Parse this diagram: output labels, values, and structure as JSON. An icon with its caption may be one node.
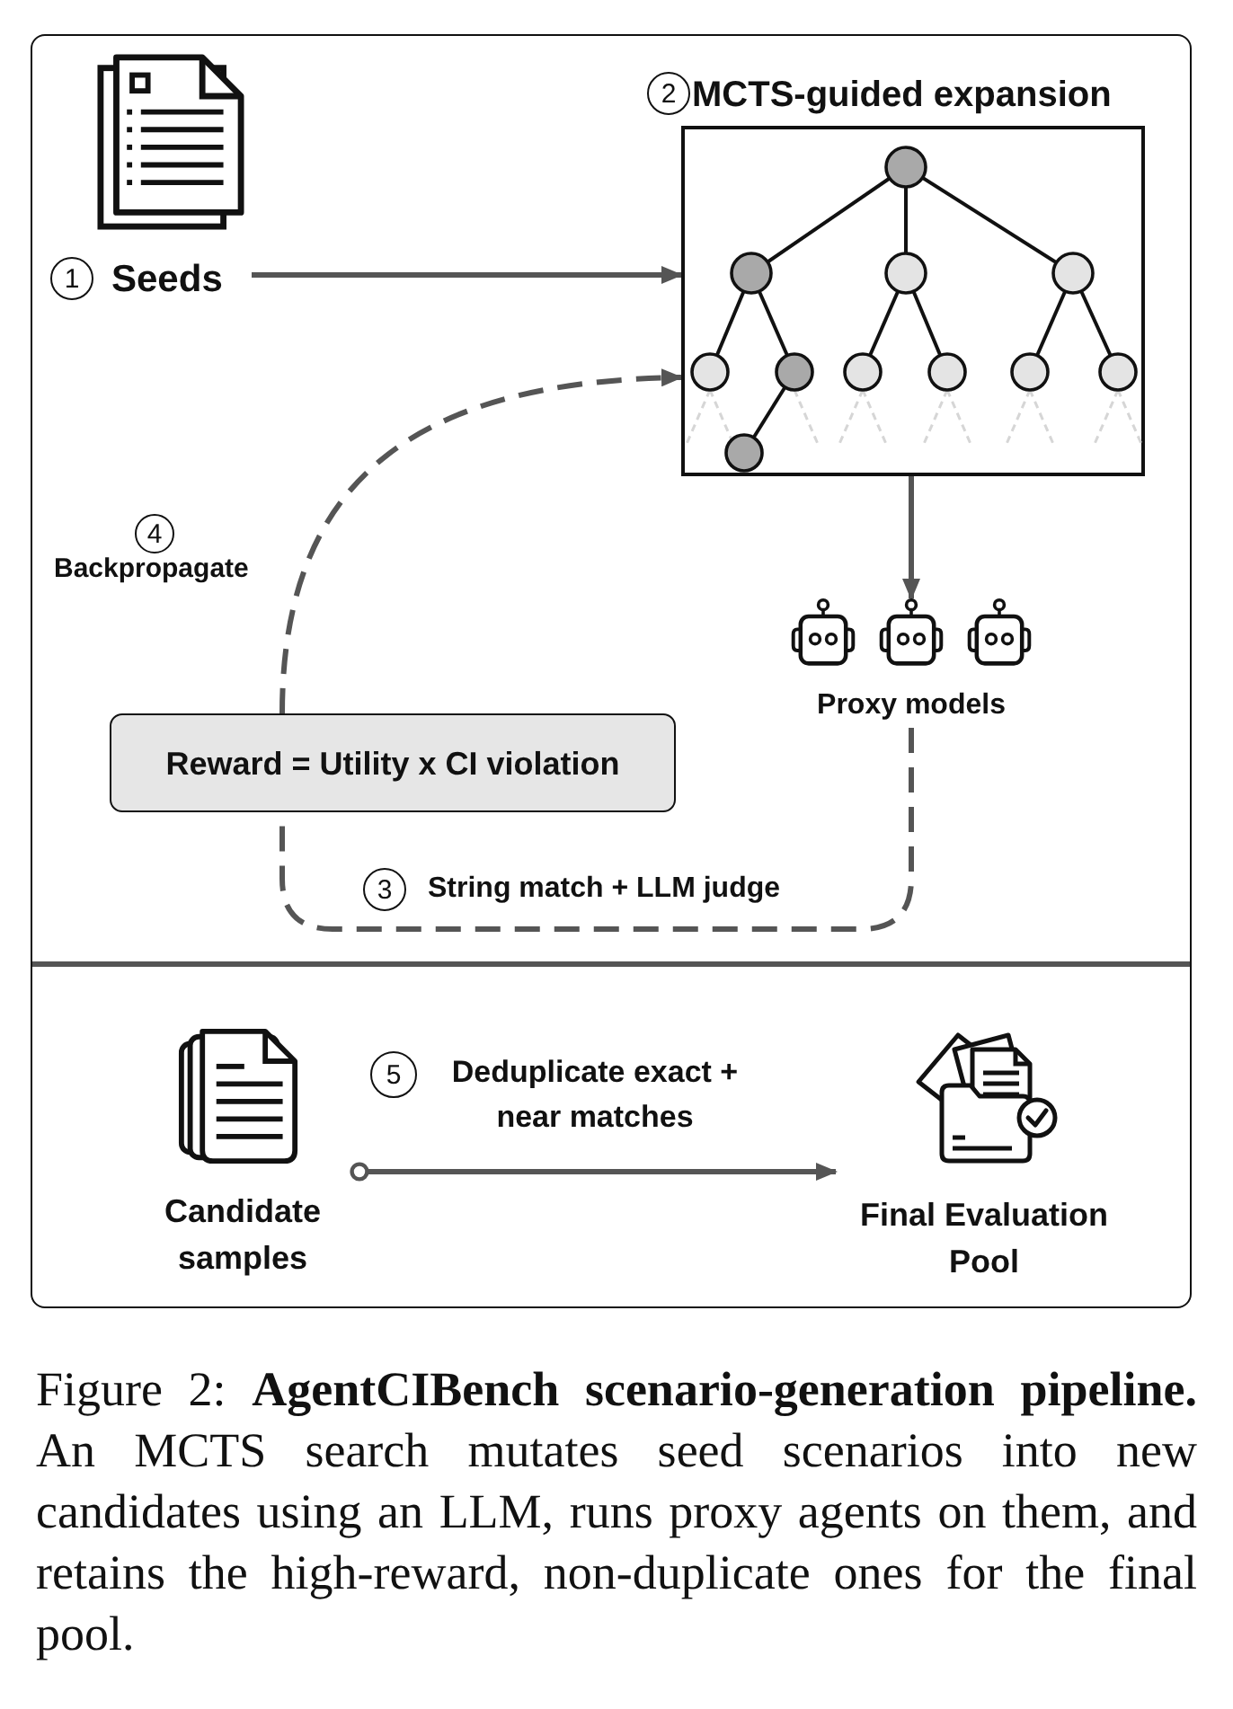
{
  "diagram": {
    "nodes": [
      {
        "text": [
          "Seeds"
        ]
      },
      {
        "text": [
          "MCTS-guided expansion"
        ]
      },
      {
        "text": [
          "Proxy models"
        ]
      },
      {
        "text": [
          "Reward = Utility x CI violation"
        ]
      },
      {
        "text": [
          "Candidate samples"
        ]
      },
      {
        "text": [
          "Final Evaluation Pool"
        ]
      }
    ],
    "edges": [
      {
        "from": 0,
        "to": 1,
        "arrow": "to"
      },
      {
        "from": 1,
        "to": 2,
        "arrow": "to"
      },
      {
        "from": 2,
        "to": 3,
        "arrow": "none",
        "label": "String match + LLM judge",
        "style": "dashed"
      },
      {
        "from": 3,
        "to": 1,
        "arrow": "to",
        "label": "Backpropagate",
        "style": "dashed"
      },
      {
        "from": 4,
        "to": 5,
        "arrow": "to",
        "label": "Deduplicate exact + near matches"
      }
    ],
    "labels": [
      "1",
      "2",
      "3",
      "4",
      "5"
    ],
    "caption": "Figure 2: **AgentCIBench scenario-generation pipeline.** An MCTS search mutates seed scenarios into new candidates using an LLM, runs proxy agents on them, and retains the high-reward, non-duplicate ones for the final pool."
  }
}
